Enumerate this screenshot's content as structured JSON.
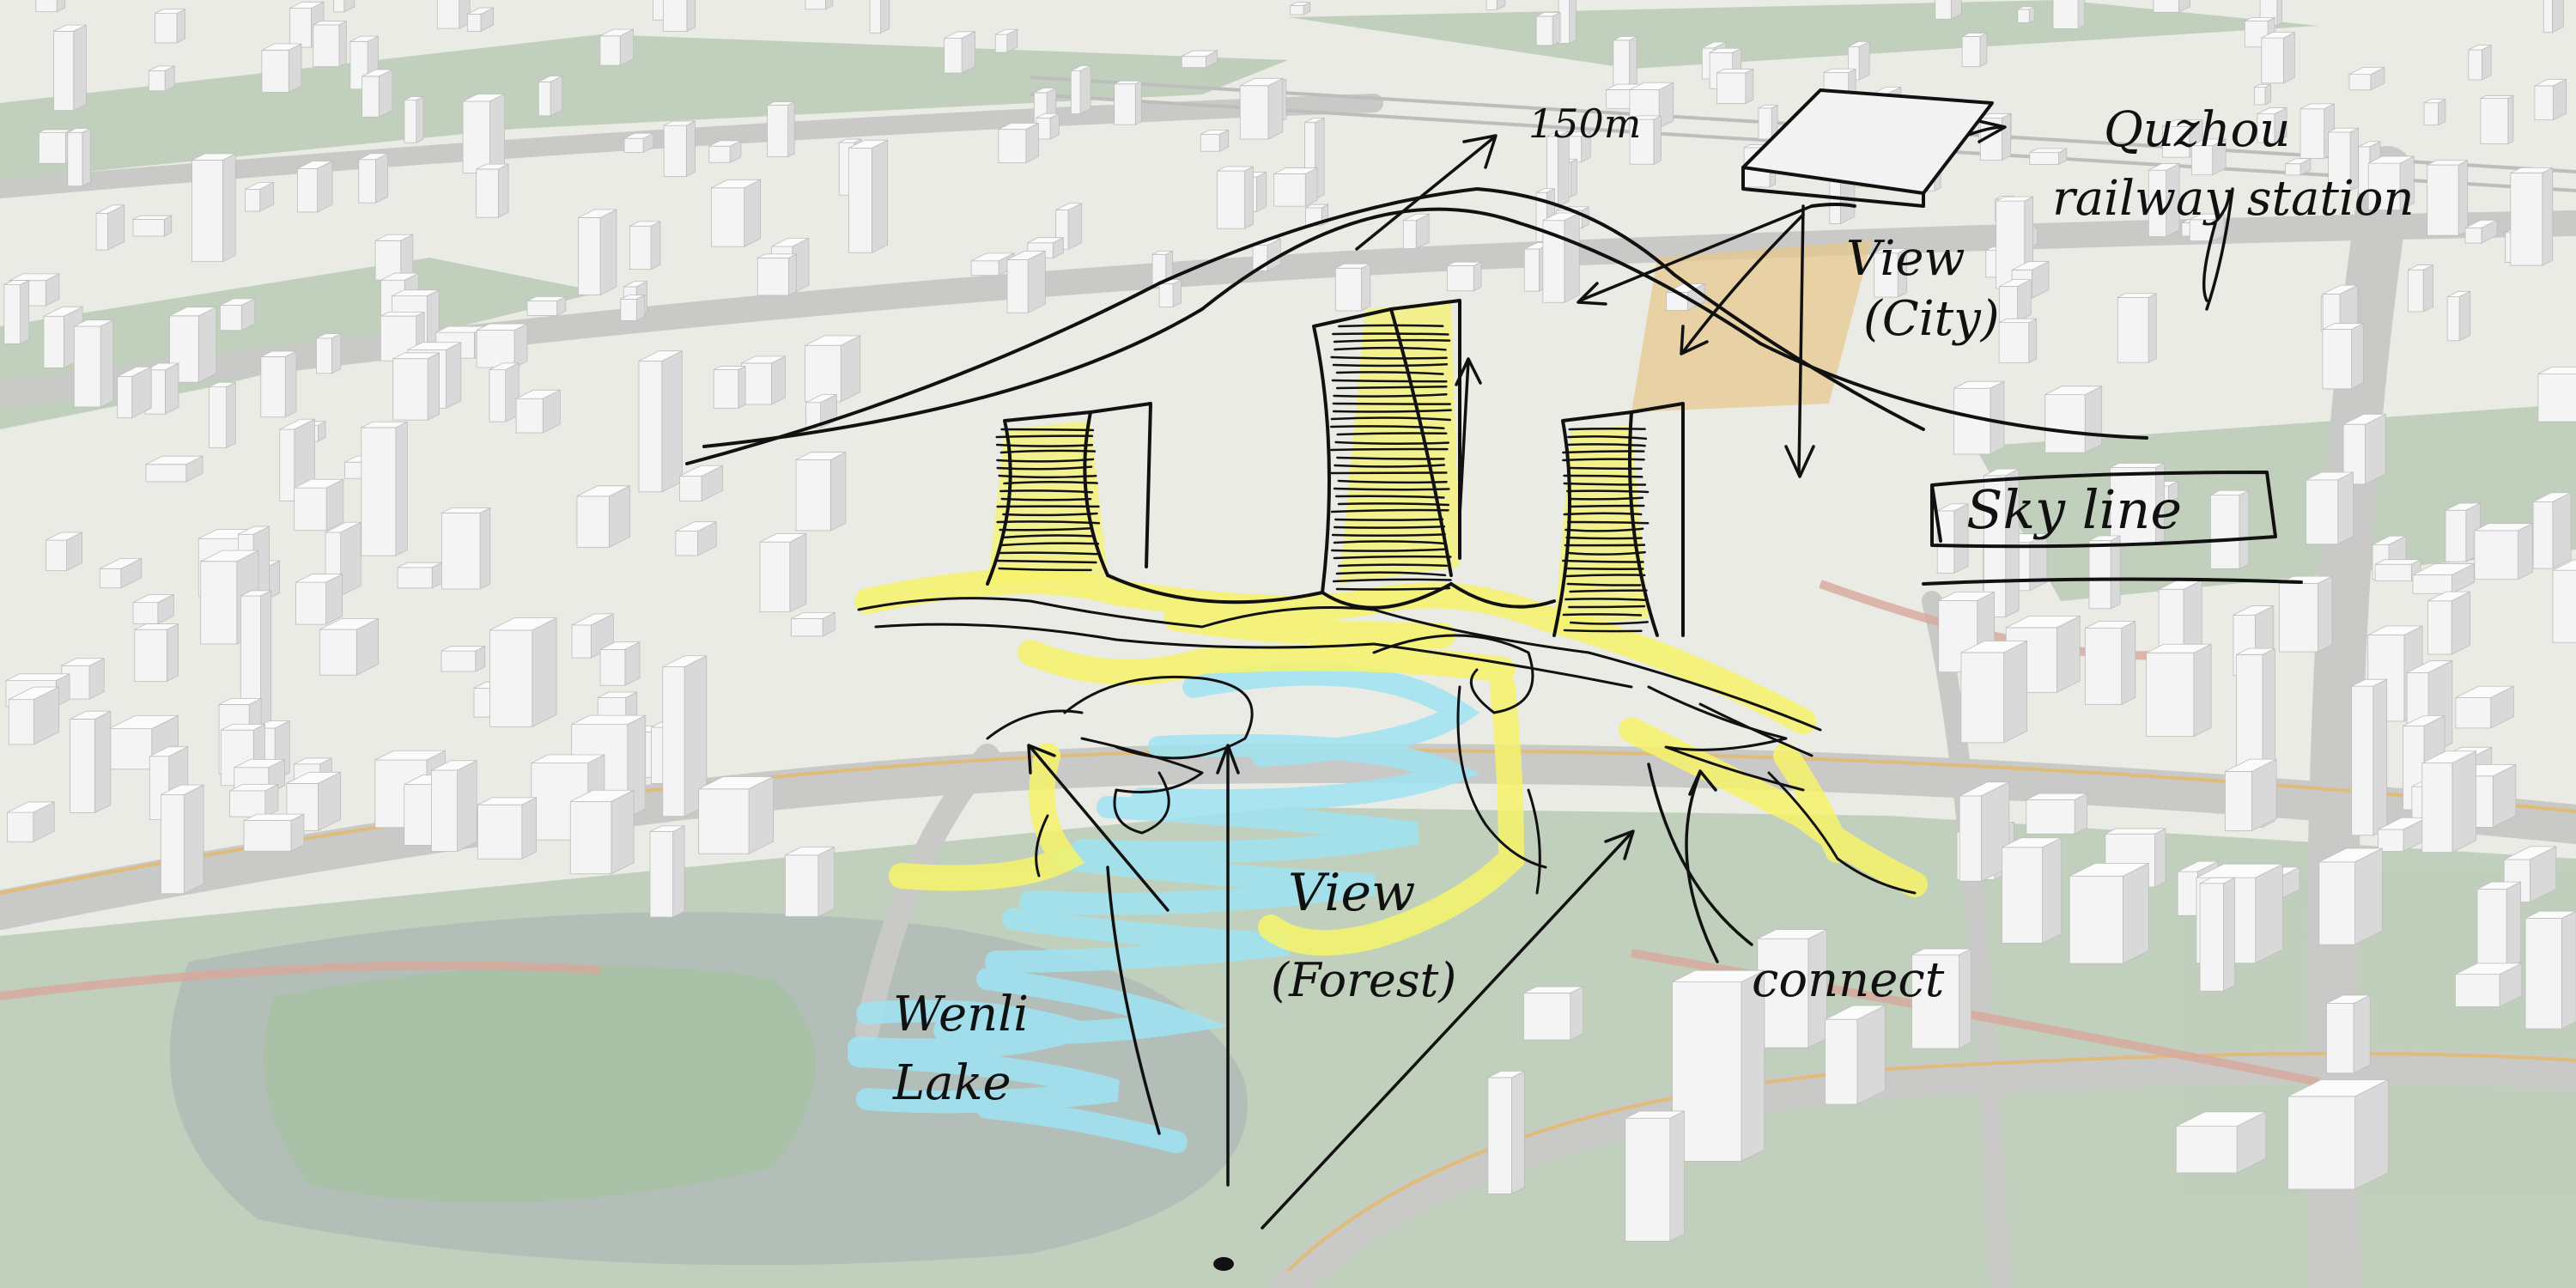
{
  "annotations": {
    "height": "150m",
    "station_line1": "Quzhou",
    "station_line2": "railway station",
    "view_city_line1": "View",
    "view_city_line2": "(City)",
    "skyline": "Sky line",
    "view_forest_line1": "View",
    "view_forest_line2": "(Forest)",
    "lake_line1": "Wenli",
    "lake_line2": "Lake",
    "connect": "connect"
  },
  "colors": {
    "ground": "#e9ebe4",
    "green": "#b9cbb5",
    "road": "#c8c9c6",
    "lake": "#b2bcb6",
    "building": "#f4f4f4",
    "building_side": "#d9d9d9",
    "highlight_yellow": "#f6f46a",
    "highlight_blue": "#9fe3f3",
    "ink": "#111111"
  }
}
